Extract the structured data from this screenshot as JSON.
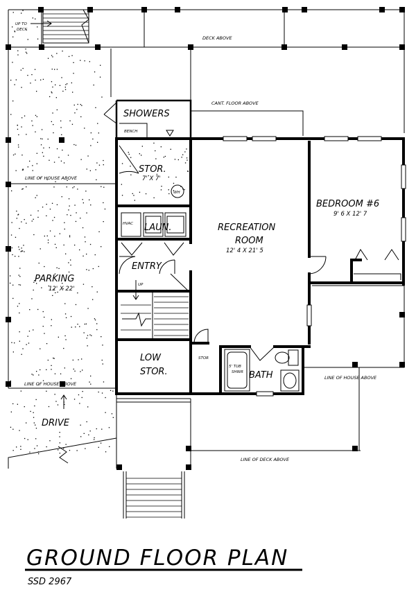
{
  "title": "GROUND FLOOR PLAN",
  "plan_number": "SSD 2967",
  "rooms": {
    "recreation": {
      "name_line1": "RECREATION",
      "name_line2": "ROOM",
      "dims": "12' 4 X 21' 5"
    },
    "bedroom": {
      "name": "BEDROOM #6",
      "dims": "9' 6 X 12' 7"
    },
    "parking": {
      "name": "PARKING",
      "dims": "12' X 22'"
    },
    "stor_top": {
      "name": "STOR.",
      "dims": "7' X 7'"
    },
    "showers": {
      "name": "SHOWERS"
    },
    "bench": {
      "name": "BENCH"
    },
    "laundry": {
      "name": "LAUN."
    },
    "hvac": {
      "name": "HVAC"
    },
    "water_heater": {
      "name": "WH"
    },
    "entry": {
      "name": "ENTRY"
    },
    "up": {
      "name": "UP"
    },
    "low_stor": {
      "name_line1": "LOW",
      "name_line2": "STOR."
    },
    "stor_small": {
      "name": "STOR"
    },
    "tub": {
      "name_line1": "5' TUB",
      "name_line2": "SHWR"
    },
    "bath": {
      "name": "BATH"
    },
    "drive": {
      "name": "DRIVE"
    }
  },
  "notes": {
    "up_to_deck_line1": "UP TO",
    "up_to_deck_line2": "DECK",
    "deck_above": "DECK ABOVE",
    "cant_floor_above": "CANT. FLOOR ABOVE",
    "line_of_house_above_1": "LINE OF HOUSE ABOVE",
    "line_of_house_above_2": "LINE OF HOUSE ABOVE",
    "line_of_house_above_3": "LINE OF HOUSE ABOVE",
    "line_of_deck_above": "LINE OF DECK ABOVE"
  }
}
